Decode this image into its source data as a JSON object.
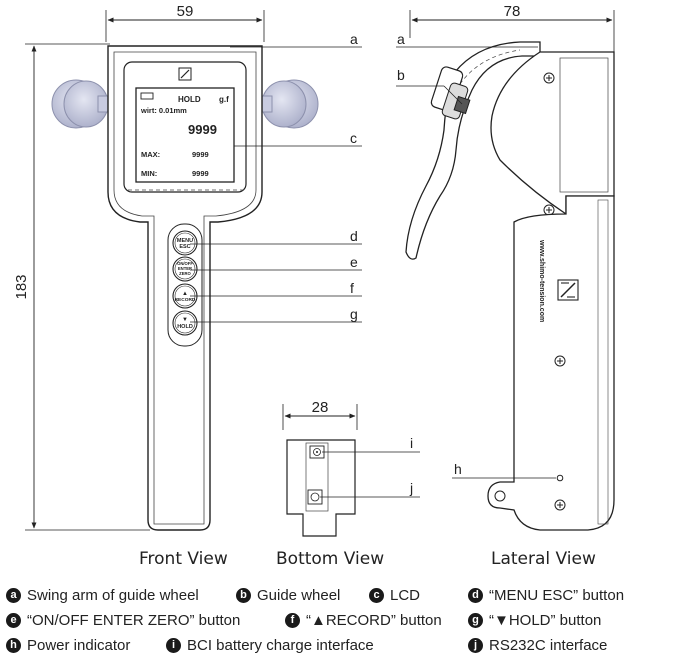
{
  "dimensions": {
    "front_width": "59",
    "lateral_width": "78",
    "height": "183",
    "bottom_width": "28"
  },
  "lcd": {
    "mode": "HOLD",
    "unit": "g.f",
    "wire": "wirt: 0.01mm",
    "reading": "9999",
    "max_label": "MAX:",
    "max_value": "9999",
    "min_label": "MIN:",
    "min_value": "9999"
  },
  "buttons": {
    "menu_line1": "MENU",
    "menu_line2": "ESC",
    "onoff_line1": "ON/OFF",
    "onoff_line2": "ENTER",
    "onoff_line3": "ZERO",
    "record_symbol": "▲",
    "record_label": "RECORD",
    "hold_symbol": "▼",
    "hold_label": "HOLD"
  },
  "callouts": {
    "front": [
      "a",
      "c",
      "d",
      "e",
      "f",
      "g"
    ],
    "lateral": [
      "a",
      "b",
      "h"
    ],
    "bottom": [
      "i",
      "j"
    ]
  },
  "side_text": "www.shimo-tension.com",
  "views": {
    "front": "Front View",
    "bottom": "Bottom View",
    "lateral": "Lateral View"
  },
  "legend": [
    {
      "key": "a",
      "text": "Swing arm  of guide wheel"
    },
    {
      "key": "b",
      "text": "Guide wheel"
    },
    {
      "key": "c",
      "text": "LCD"
    },
    {
      "key": "d",
      "text": "“MENU ESC” button"
    },
    {
      "key": "e",
      "text": "“ON/OFF ENTER ZERO” button"
    },
    {
      "key": "f",
      "text": "“▲RECORD” button"
    },
    {
      "key": "g",
      "text": "“▼HOLD” button"
    },
    {
      "key": "h",
      "text": "Power indicator"
    },
    {
      "key": "i",
      "text": "BCI battery charge interface"
    },
    {
      "key": "j",
      "text": "RS232C interface"
    }
  ]
}
